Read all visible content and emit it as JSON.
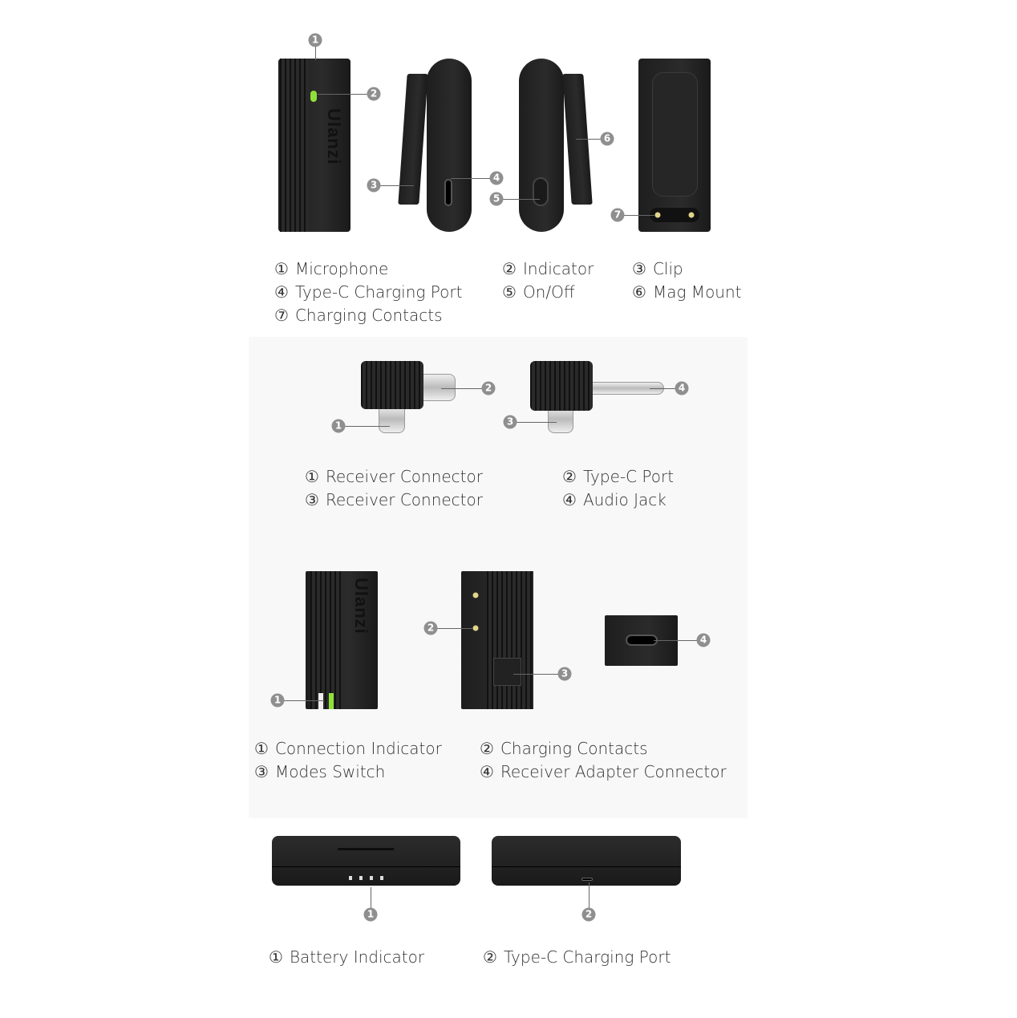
{
  "brand": "Ulanzi",
  "colors": {
    "indicator_green": "#8fe03a",
    "callout_grey": "#8f8f8f",
    "panel_bg": "#f8f8f8"
  },
  "transmitter": {
    "callouts": [
      "1",
      "2",
      "3",
      "4",
      "5",
      "6",
      "7"
    ],
    "labels": [
      {
        "num": "①",
        "text": "Microphone"
      },
      {
        "num": "②",
        "text": "Indicator"
      },
      {
        "num": "③",
        "text": "Clip"
      },
      {
        "num": "④",
        "text": "Type-C Charging Port"
      },
      {
        "num": "⑤",
        "text": "On/Off"
      },
      {
        "num": "⑥",
        "text": "Mag Mount"
      },
      {
        "num": "⑦",
        "text": "Charging Contacts"
      }
    ]
  },
  "adapters": {
    "callouts": [
      "1",
      "2",
      "3",
      "4"
    ],
    "labels": [
      {
        "num": "①",
        "text": "Receiver Connector"
      },
      {
        "num": "②",
        "text": "Type-C Port"
      },
      {
        "num": "③",
        "text": "Receiver Connector"
      },
      {
        "num": "④",
        "text": "Audio Jack"
      }
    ]
  },
  "receiver": {
    "callouts": [
      "1",
      "2",
      "3",
      "4"
    ],
    "labels": [
      {
        "num": "①",
        "text": "Connection Indicator"
      },
      {
        "num": "②",
        "text": "Charging Contacts"
      },
      {
        "num": "③",
        "text": "Modes Switch"
      },
      {
        "num": "④",
        "text": "Receiver Adapter Connector"
      }
    ]
  },
  "case": {
    "callouts": [
      "1",
      "2"
    ],
    "labels": [
      {
        "num": "①",
        "text": "Battery Indicator"
      },
      {
        "num": "②",
        "text": "Type-C Charging Port"
      }
    ]
  }
}
